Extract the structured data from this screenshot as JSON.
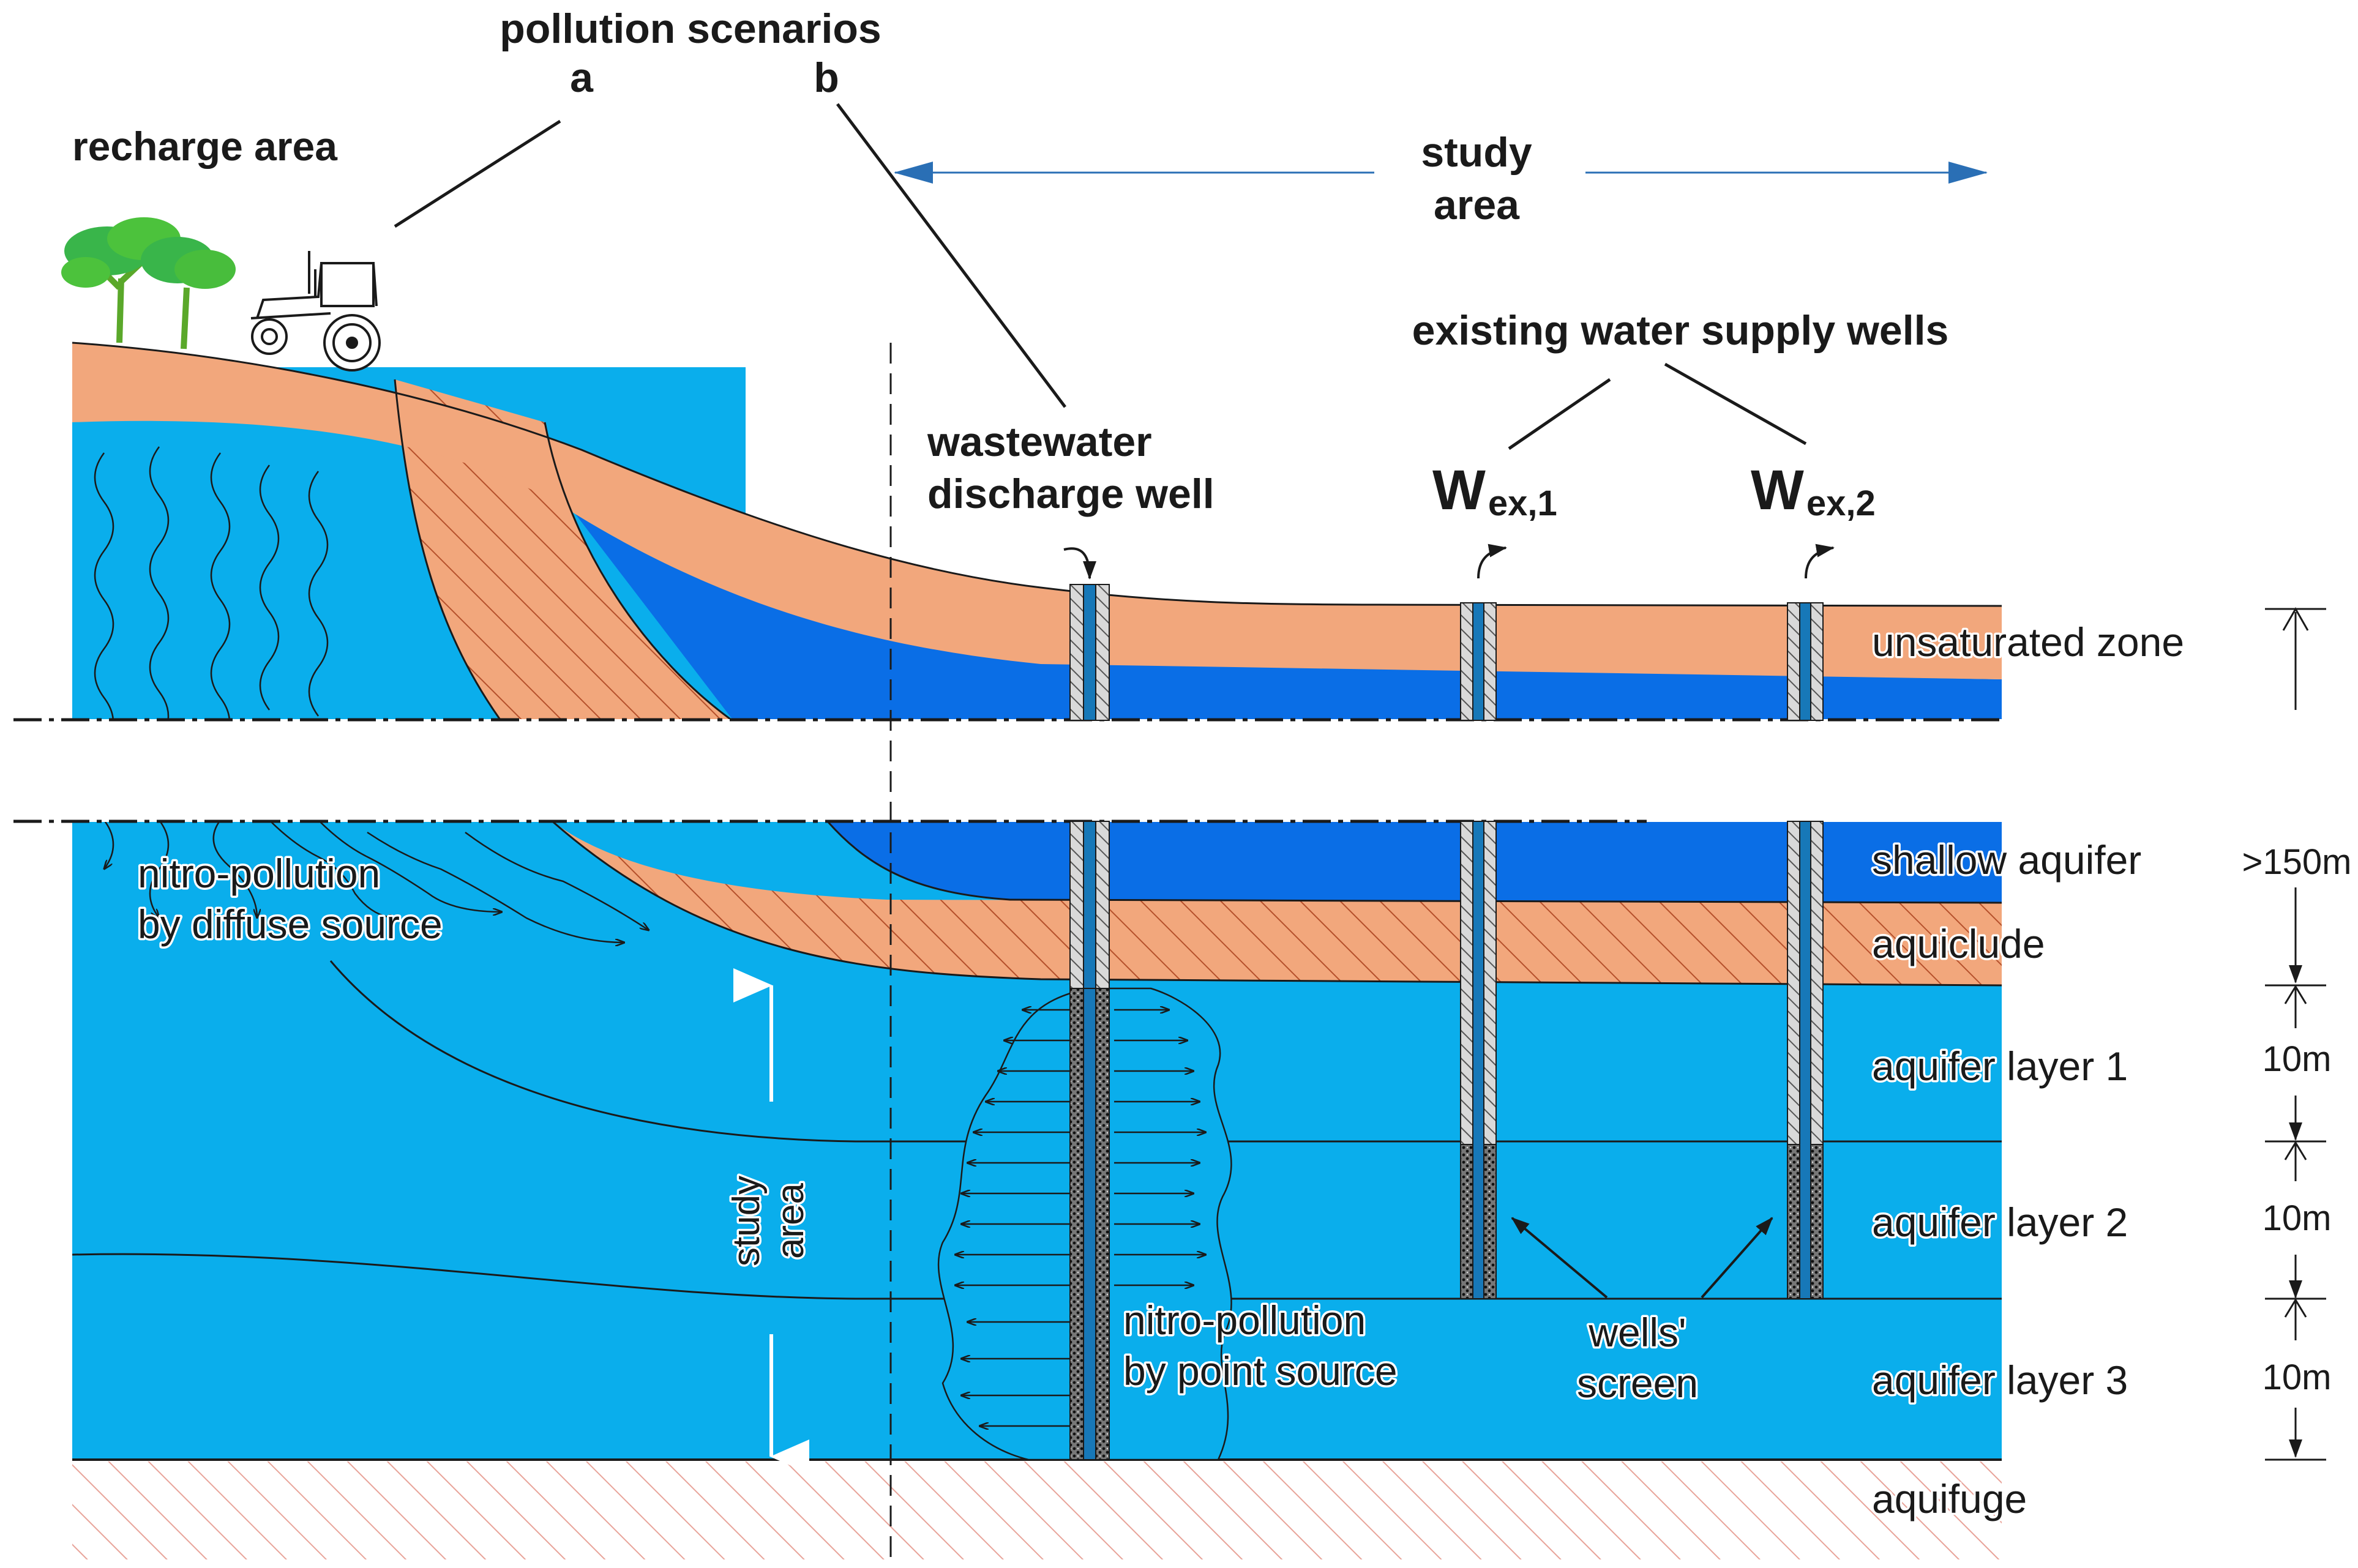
{
  "title": "pollution scenarios",
  "scenarios": {
    "a": "a",
    "b": "b"
  },
  "labels": {
    "recharge_area": "recharge area",
    "study_area_top": [
      "study",
      "area"
    ],
    "existing_wells": "existing water supply wells",
    "wastewater_well": [
      "wastewater",
      "discharge well"
    ],
    "well1_main": "W",
    "well1_sub": "ex,1",
    "well2_main": "W",
    "well2_sub": "ex,2",
    "diffuse": [
      "nitro-pollution",
      "by diffuse source"
    ],
    "point": [
      "nitro-pollution",
      "by point source"
    ],
    "screen": [
      "wells'",
      "screen"
    ],
    "study_area_vertical": [
      "study",
      "area"
    ]
  },
  "layers": {
    "unsaturated": "unsaturated zone",
    "shallow": "shallow aquifer",
    "aquiclude": "aquiclude",
    "aquifer1": "aquifer layer 1",
    "aquifer2": "aquifer layer 2",
    "aquifer3": "aquifer layer 3",
    "aquifuge": "aquifuge"
  },
  "dims": {
    "shallow_depth": ">150m",
    "l1": "10m",
    "l2": "10m",
    "l3": "10m"
  },
  "colors": {
    "soil": "#f2a77c",
    "shallow_aquifer": "#0a6ee6",
    "deep_aquifer": "#0aaeec",
    "hatch": "#b5502b",
    "arrow_blue": "#2878c0",
    "text": "#1a1a1a"
  },
  "icons": [
    "tree-icon",
    "tractor-icon"
  ]
}
